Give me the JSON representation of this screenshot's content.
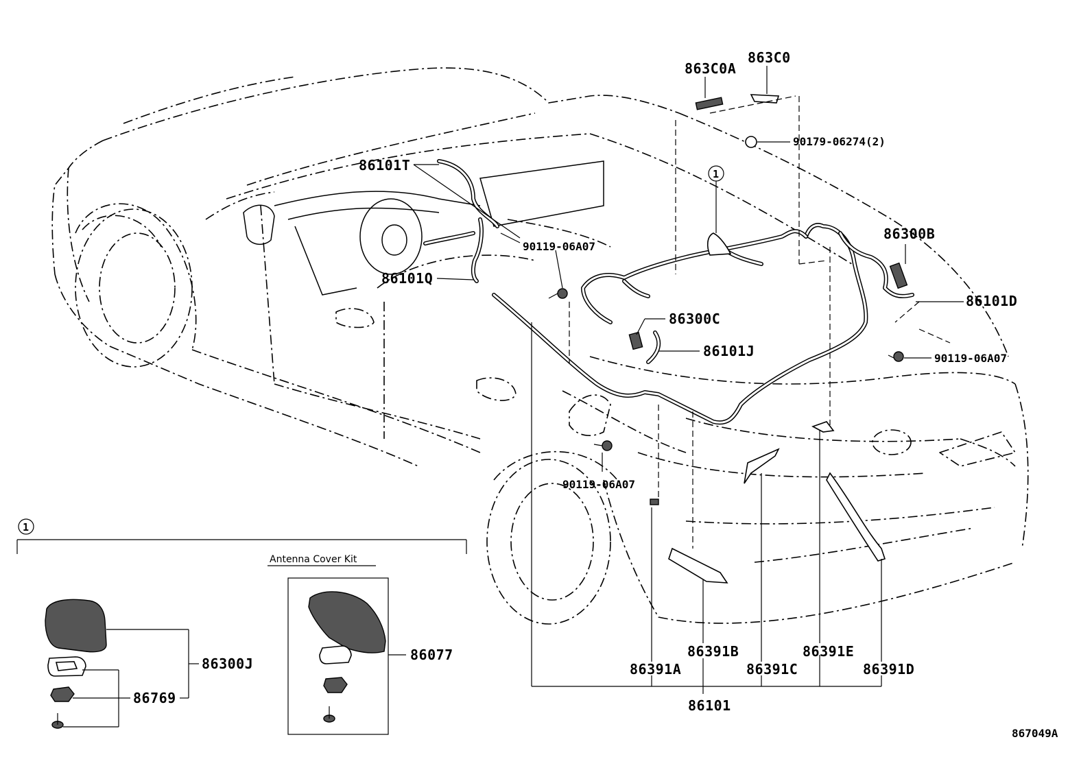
{
  "diagram": {
    "figure_code": "867049A",
    "callout_marker": "1",
    "kit_title": "Antenna Cover Kit",
    "parts": {
      "p863C0A": "863C0A",
      "p863C0": "863C0",
      "p90179": "90179-06274(2)",
      "p86101T": "86101T",
      "p90119_a": "90119-06A07",
      "p86101Q": "86101Q",
      "p86300B": "86300B",
      "p86101D": "86101D",
      "p86300C": "86300C",
      "p86101J": "86101J",
      "p90119_b": "90119-06A07",
      "p90119_c": "90119-06A07",
      "p86300J": "86300J",
      "p86769": "86769",
      "p86077": "86077",
      "p86391A": "86391A",
      "p86391B": "86391B",
      "p86391C": "86391C",
      "p86391E": "86391E",
      "p86391D": "86391D",
      "p86101": "86101"
    }
  }
}
